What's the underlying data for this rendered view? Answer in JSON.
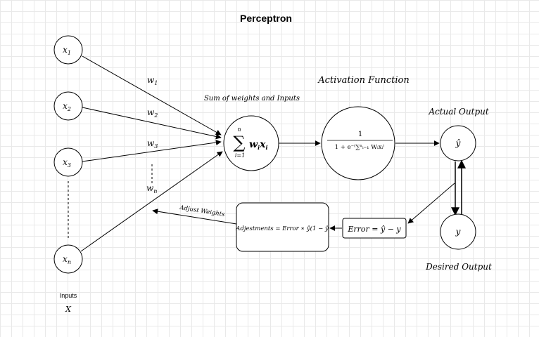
{
  "title": "Perceptron",
  "inputs": [
    {
      "base": "x",
      "sub": "1"
    },
    {
      "base": "x",
      "sub": "2"
    },
    {
      "base": "x",
      "sub": "3"
    },
    {
      "base": "x",
      "sub": "n"
    }
  ],
  "weights": [
    {
      "base": "w",
      "sub": "1"
    },
    {
      "base": "w",
      "sub": "2"
    },
    {
      "base": "w",
      "sub": "3"
    },
    {
      "base": "w",
      "sub": "n"
    }
  ],
  "inputs_label": "Inputs",
  "inputs_symbol": "X",
  "sum_label": "Sum of weights and Inputs",
  "sum_node": {
    "sigma": "∑",
    "top": "n",
    "bottom": "i=1",
    "w": "w",
    "x": "x",
    "sub": "i"
  },
  "activation_label": "Activation Function",
  "activation_node": {
    "numerator": "1",
    "denominator": "1 + e⁻⁽∑ⁿᵢ₌₁ Wᵢxᵢ⁾"
  },
  "actual_output_label": "Actual Output",
  "y_hat": "ŷ",
  "desired_output_label": "Desired Output",
  "y": "y",
  "error_box": "Error = ŷ − y",
  "adjust_box": "Adjestments = Error ∗ ŷ(1 − ŷ",
  "adjust_label": "Adjust Weights"
}
